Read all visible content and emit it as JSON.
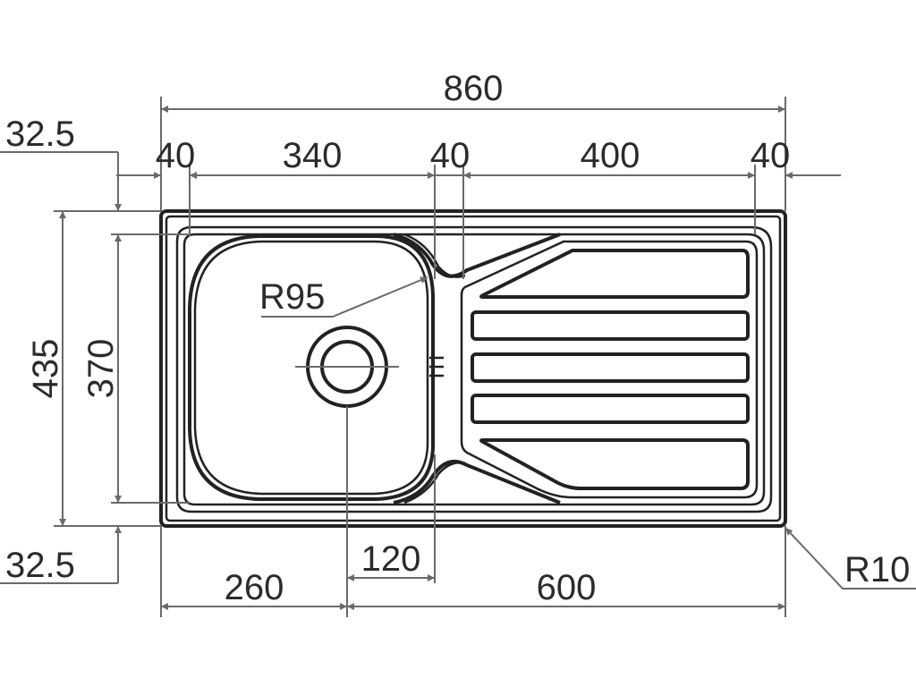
{
  "drawing": {
    "dimensions": {
      "overall_width": "860",
      "left_margin": "40",
      "bowl_width": "340",
      "center_gap": "40",
      "drainer_width": "400",
      "right_margin": "40",
      "top_margin": "32.5",
      "bottom_margin": "32.5",
      "overall_depth": "435",
      "bowl_depth": "370",
      "bowl_radius": "R95",
      "corner_radius": "R10",
      "waste_to_edge": "260",
      "waste_to_bowl_edge": "120",
      "waste_to_right": "600"
    }
  }
}
